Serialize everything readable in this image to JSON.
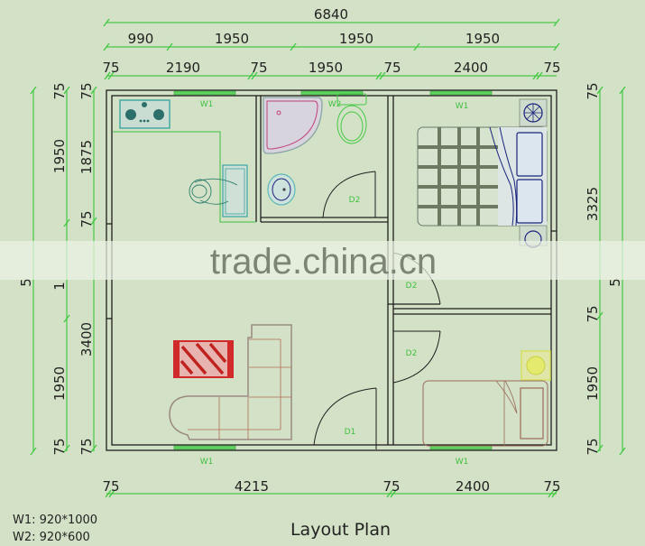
{
  "title": "Layout Plan",
  "watermark": "trade.china.cn",
  "legend": {
    "w1": "W1: 920*1000",
    "w2": "W2: 920*600"
  },
  "dimensions": {
    "top": {
      "overall": "6840",
      "row2": [
        "990",
        "1950",
        "1950",
        "1950"
      ],
      "row3": [
        "75",
        "2190",
        "75",
        "1950",
        "75",
        "2400",
        "75"
      ]
    },
    "bottom": {
      "row": [
        "75",
        "4215",
        "75",
        "2400",
        "75"
      ]
    },
    "left": {
      "outer": [
        "75",
        "1950",
        "1",
        "1950",
        "75"
      ],
      "outer_total_partial": "5",
      "inner": [
        "75",
        "1875",
        "75",
        "3400",
        "75"
      ]
    },
    "right": {
      "inner": [
        "75",
        "3325",
        "75",
        "1950",
        "75"
      ],
      "outer_total_partial": "5"
    }
  },
  "labels": {
    "window_w1": "W1",
    "window_w2": "W2",
    "door_d1": "D1",
    "door_d2": "D2"
  },
  "colors": {
    "background": "#d3e2c6",
    "wall": "#1e1e1e",
    "dimension_line": "#45c845",
    "window": "#5fd35f",
    "kitchen": "#3aa6a0",
    "bath_pink": "#c0407f",
    "bed_blue": "#1a237e",
    "sofa": "#9a6b5a",
    "rug": "#d12a2a",
    "lamp_yellow": "#d8e060"
  }
}
